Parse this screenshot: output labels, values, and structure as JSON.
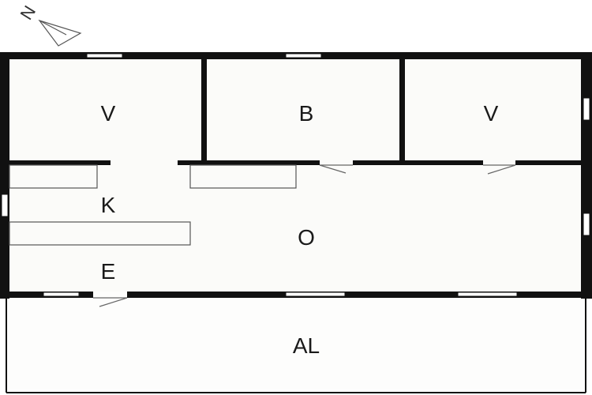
{
  "compass": {
    "label": "N"
  },
  "rooms": {
    "bedroom_left": "V",
    "bathroom": "B",
    "bedroom_right": "V",
    "kitchen": "K",
    "living": "O",
    "entrance": "E",
    "annex": "AL"
  },
  "colors": {
    "wall": "#111111",
    "floor": "#fbfbf9",
    "annex_floor": "#fdfdfc",
    "fixture_line": "#555555",
    "window": "#ffffff",
    "door_line": "#666666",
    "background": "#ffffff"
  }
}
